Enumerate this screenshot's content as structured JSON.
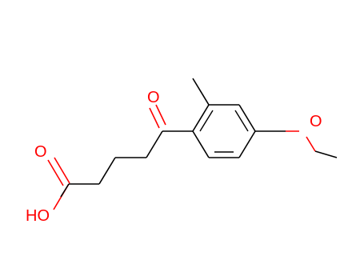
{
  "molecule": {
    "atoms": {
      "keto_oxygen": "O",
      "acid_carbonyl_oxygen": "O",
      "hydroxyl": "HO",
      "methoxy_oxygen": "O"
    },
    "colors": {
      "bond": "#000000",
      "heteroatom": "#ff0000",
      "background": "#ffffff"
    }
  }
}
